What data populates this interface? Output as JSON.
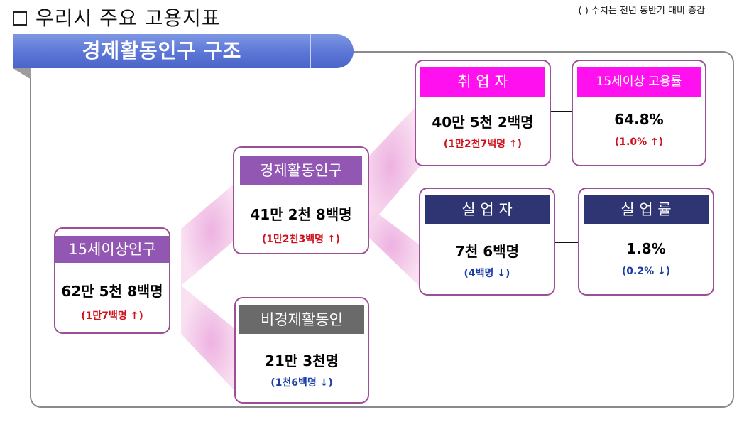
{
  "header": {
    "title": "우리시 주요 고용지표",
    "note": "( ) 수치는 전년 동반기 대비 증감"
  },
  "section": {
    "title": "경제활동인구 구조"
  },
  "colors": {
    "accent_blue": "#5b76d6",
    "purple_label": "#9256b3",
    "gray_label": "#6a6a6a",
    "magenta_label": "#ff10ee",
    "navy_label": "#2f3472",
    "increase_red": "#d0101b",
    "decrease_blue": "#1a3ea6",
    "box_border": "#9b4f97"
  },
  "nodes": {
    "pop15": {
      "label": "15세이상인구",
      "value": "62만 5천 8백명",
      "change": "(1만7백명",
      "arrow": "↑"
    },
    "active": {
      "label": "경제활동인구",
      "value": "41만 2천 8백명",
      "change": "(1만2천3백명",
      "arrow": "↑"
    },
    "inactive": {
      "label": "비경제활동인",
      "value": "21만 3천명",
      "change": "(1천6백명",
      "arrow": "↓"
    },
    "employed": {
      "label": "취 업 자",
      "value": "40만 5천 2백명",
      "change": "(1만2천7백명",
      "arrow": "↑"
    },
    "unemployed": {
      "label": "실 업 자",
      "value": "7천 6백명",
      "change": "(4백명",
      "arrow": "↓"
    },
    "employment_rate": {
      "label": "15세이상 고용률",
      "value": "64.8%",
      "change": "(1.0%",
      "arrow": "↑"
    },
    "unemployment_rate": {
      "label": "실 업 률",
      "value": "1.8%",
      "change": "(0.2%",
      "arrow": "↓"
    }
  }
}
